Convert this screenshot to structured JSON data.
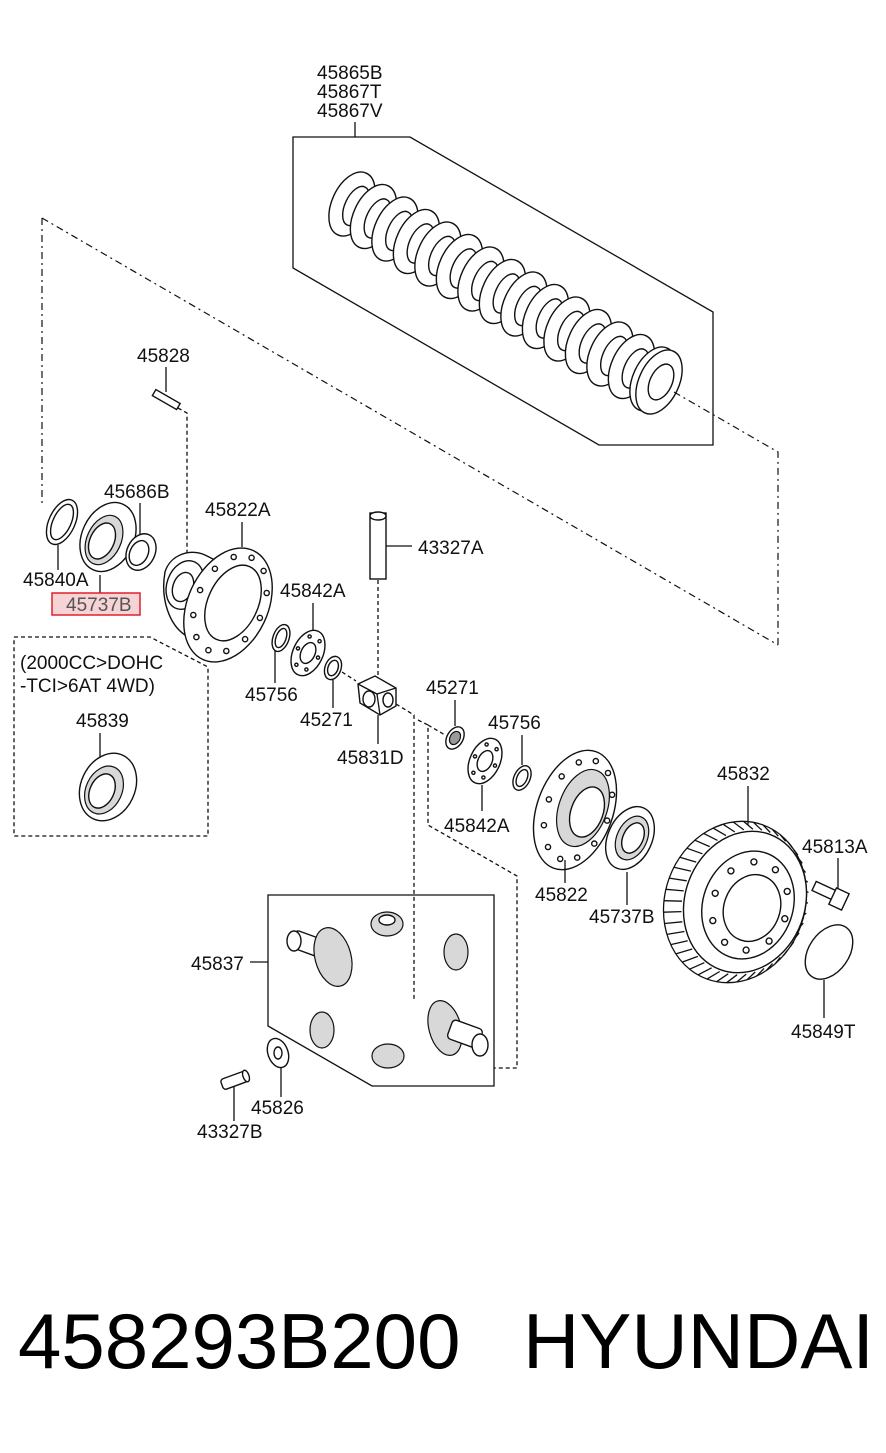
{
  "labels": {
    "p45865B": "45865B",
    "p45867T": "45867T",
    "p45867V": "45867V",
    "p45828": "45828",
    "p45686B": "45686B",
    "p45822A": "45822A",
    "p43327A": "43327A",
    "p45840A": "45840A",
    "p45737B_highlight": "45737B",
    "p45842A_top": "45842A",
    "p45756_left": "45756",
    "p45271_left": "45271",
    "p45831D": "45831D",
    "p45271_right": "45271",
    "p45756_right": "45756",
    "p45842A_right": "45842A",
    "p45832": "45832",
    "p45813A": "45813A",
    "p45822": "45822",
    "p45737B_right": "45737B",
    "p45839": "45839",
    "p45837": "45837",
    "p45849T": "45849T",
    "p45826": "45826",
    "p43327B": "43327B"
  },
  "variant_note": {
    "line1": "(2000CC>DOHC",
    "line2": "-TCI>6AT 4WD)"
  },
  "footer": {
    "part_number": "458293B200",
    "brand": "HYUNDAI"
  },
  "colors": {
    "highlight_border": "#e0202a",
    "highlight_fill": "#f6d3d5"
  }
}
